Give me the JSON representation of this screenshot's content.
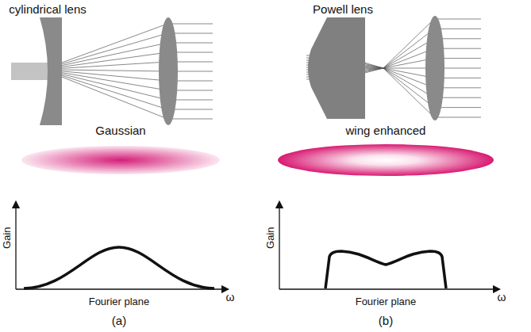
{
  "diagram": {
    "labels": [
      "cylindrical lens",
      "Powell lens",
      "Gaussian",
      "wing enhanced",
      "Gain",
      "Fourier plane",
      "ω",
      "Gain",
      "Fourier plane",
      "ω",
      "(a)",
      "(b)"
    ]
  }
}
